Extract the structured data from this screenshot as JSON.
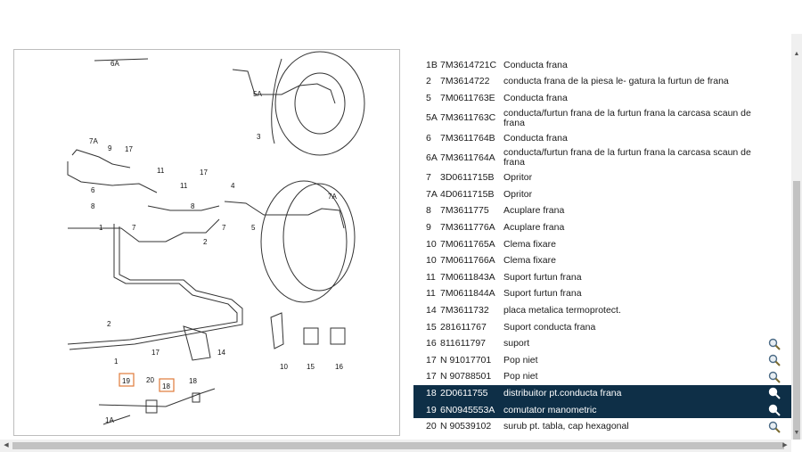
{
  "diagram": {
    "callouts": [
      "6A",
      "5A",
      "7A",
      "9",
      "17",
      "11",
      "6",
      "8",
      "1",
      "7",
      "2",
      "3",
      "5",
      "4",
      "11",
      "17",
      "7",
      "8",
      "7A",
      "2",
      "1",
      "17",
      "14",
      "10",
      "15",
      "16",
      "19",
      "20",
      "18",
      "18",
      "1A"
    ]
  },
  "parts": [
    {
      "pos": "1B",
      "part_no": "7M3614721C",
      "desc": "Conducta frana",
      "zoom": false
    },
    {
      "pos": "2",
      "part_no": "7M3614722",
      "desc": "conducta frana de la piesa le- gatura la furtun de frana",
      "zoom": false
    },
    {
      "pos": "5",
      "part_no": "7M0611763E",
      "desc": "Conducta frana",
      "zoom": false
    },
    {
      "pos": "5A",
      "part_no": "7M3611763C",
      "desc": "conducta/furtun frana de la furtun frana la carcasa scaun de frana",
      "zoom": false
    },
    {
      "pos": "6",
      "part_no": "7M3611764B",
      "desc": "Conducta frana",
      "zoom": false
    },
    {
      "pos": "6A",
      "part_no": "7M3611764A",
      "desc": "conducta/furtun frana de la furtun frana la carcasa scaun de frana",
      "zoom": false
    },
    {
      "pos": "7",
      "part_no": "3D0611715B",
      "desc": "Opritor",
      "zoom": false
    },
    {
      "pos": "7A",
      "part_no": "4D0611715B",
      "desc": "Opritor",
      "zoom": false
    },
    {
      "pos": "8",
      "part_no": "7M3611775",
      "desc": "Acuplare frana",
      "zoom": false
    },
    {
      "pos": "9",
      "part_no": "7M3611776A",
      "desc": "Acuplare frana",
      "zoom": false
    },
    {
      "pos": "10",
      "part_no": "7M0611765A",
      "desc": "Clema fixare",
      "zoom": false
    },
    {
      "pos": "10",
      "part_no": "7M0611766A",
      "desc": "Clema fixare",
      "zoom": false
    },
    {
      "pos": "11",
      "part_no": "7M0611843A",
      "desc": "Suport furtun frana",
      "zoom": false
    },
    {
      "pos": "11",
      "part_no": "7M0611844A",
      "desc": "Suport furtun frana",
      "zoom": false
    },
    {
      "pos": "14",
      "part_no": "7M3611732",
      "desc": "placa metalica termoprotect.",
      "zoom": false
    },
    {
      "pos": "15",
      "part_no": "281611767",
      "desc": "Suport conducta frana",
      "zoom": false
    },
    {
      "pos": "16",
      "part_no": "811611797",
      "desc": "suport",
      "zoom": true
    },
    {
      "pos": "17",
      "part_no": "N 91017701",
      "desc": "Pop niet",
      "zoom": true
    },
    {
      "pos": "17",
      "part_no": "N 90788501",
      "desc": "Pop niet",
      "zoom": true
    },
    {
      "pos": "18",
      "part_no": "2D0611755",
      "desc": "distribuitor pt.conducta frana",
      "zoom": true,
      "selected": true
    },
    {
      "pos": "19",
      "part_no": "6N0945553A",
      "desc": "comutator manometric",
      "zoom": true,
      "selected": true
    },
    {
      "pos": "20",
      "part_no": "N 90539102",
      "desc": "surub pt. tabla, cap hexagonal",
      "zoom": true
    }
  ],
  "colors": {
    "selected_row": "#0e2f47",
    "highlight_box": "#e07a3a"
  }
}
